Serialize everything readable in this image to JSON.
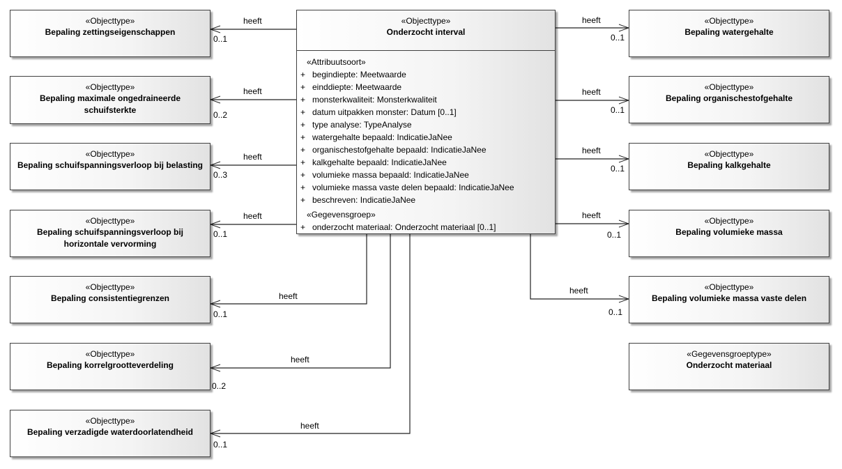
{
  "main": {
    "stereotype": "«Objecttype»",
    "name": "Onderzocht interval",
    "attribute_section": "«Attribuutsoort»",
    "attributes": [
      {
        "vis": "+",
        "text": "begindiepte: Meetwaarde"
      },
      {
        "vis": "+",
        "text": "einddiepte: Meetwaarde"
      },
      {
        "vis": "+",
        "text": "monsterkwaliteit: Monsterkwaliteit"
      },
      {
        "vis": "+",
        "text": "datum uitpakken monster: Datum [0..1]"
      },
      {
        "vis": "+",
        "text": "type analyse: TypeAnalyse"
      },
      {
        "vis": "+",
        "text": "watergehalte bepaald: IndicatieJaNee"
      },
      {
        "vis": "+",
        "text": "organischestofgehalte bepaald: IndicatieJaNee"
      },
      {
        "vis": "+",
        "text": "kalkgehalte bepaald: IndicatieJaNee"
      },
      {
        "vis": "+",
        "text": "volumieke massa bepaald: IndicatieJaNee"
      },
      {
        "vis": "+",
        "text": "volumieke massa vaste delen bepaald: IndicatieJaNee"
      },
      {
        "vis": "+",
        "text": "beschreven: IndicatieJaNee"
      }
    ],
    "group_section": "«Gegevensgroep»",
    "groups": [
      {
        "vis": "+",
        "text": "onderzocht materiaal: Onderzocht materiaal [0..1]"
      }
    ]
  },
  "left_boxes": [
    {
      "stereotype": "«Objecttype»",
      "name": "Bepaling zettingseigenschappen"
    },
    {
      "stereotype": "«Objecttype»",
      "name": "Bepaling maximale ongedraineerde schuifsterkte"
    },
    {
      "stereotype": "«Objecttype»",
      "name": "Bepaling schuifspanningsverloop bij belasting"
    },
    {
      "stereotype": "«Objecttype»",
      "name": "Bepaling schuifspanningsverloop bij horizontale vervorming"
    },
    {
      "stereotype": "«Objecttype»",
      "name": "Bepaling consistentiegrenzen"
    },
    {
      "stereotype": "«Objecttype»",
      "name": "Bepaling korrelgrootteverdeling"
    },
    {
      "stereotype": "«Objecttype»",
      "name": "Bepaling verzadigde waterdoorlatendheid"
    }
  ],
  "right_boxes": [
    {
      "stereotype": "«Objecttype»",
      "name": "Bepaling watergehalte"
    },
    {
      "stereotype": "«Objecttype»",
      "name": "Bepaling organischestofgehalte"
    },
    {
      "stereotype": "«Objecttype»",
      "name": "Bepaling kalkgehalte"
    },
    {
      "stereotype": "«Objecttype»",
      "name": "Bepaling volumieke massa"
    },
    {
      "stereotype": "«Objecttype»",
      "name": "Bepaling volumieke massa vaste delen"
    },
    {
      "stereotype": "«Gegevensgroeptype»",
      "name": "Onderzocht materiaal"
    }
  ],
  "left_links": [
    {
      "label": "heeft",
      "multiplicity": "0..1"
    },
    {
      "label": "heeft",
      "multiplicity": "0..2"
    },
    {
      "label": "heeft",
      "multiplicity": "0..3"
    },
    {
      "label": "heeft",
      "multiplicity": "0..1"
    },
    {
      "label": "heeft",
      "multiplicity": "0..1"
    },
    {
      "label": "heeft",
      "multiplicity": "0..2"
    },
    {
      "label": "heeft",
      "multiplicity": "0..1"
    }
  ],
  "right_links": [
    {
      "label": "heeft",
      "multiplicity": "0..1"
    },
    {
      "label": "heeft",
      "multiplicity": "0..1"
    },
    {
      "label": "heeft",
      "multiplicity": "0..1"
    },
    {
      "label": "heeft",
      "multiplicity": "0..1"
    },
    {
      "label": "heeft",
      "multiplicity": "0..1"
    }
  ]
}
